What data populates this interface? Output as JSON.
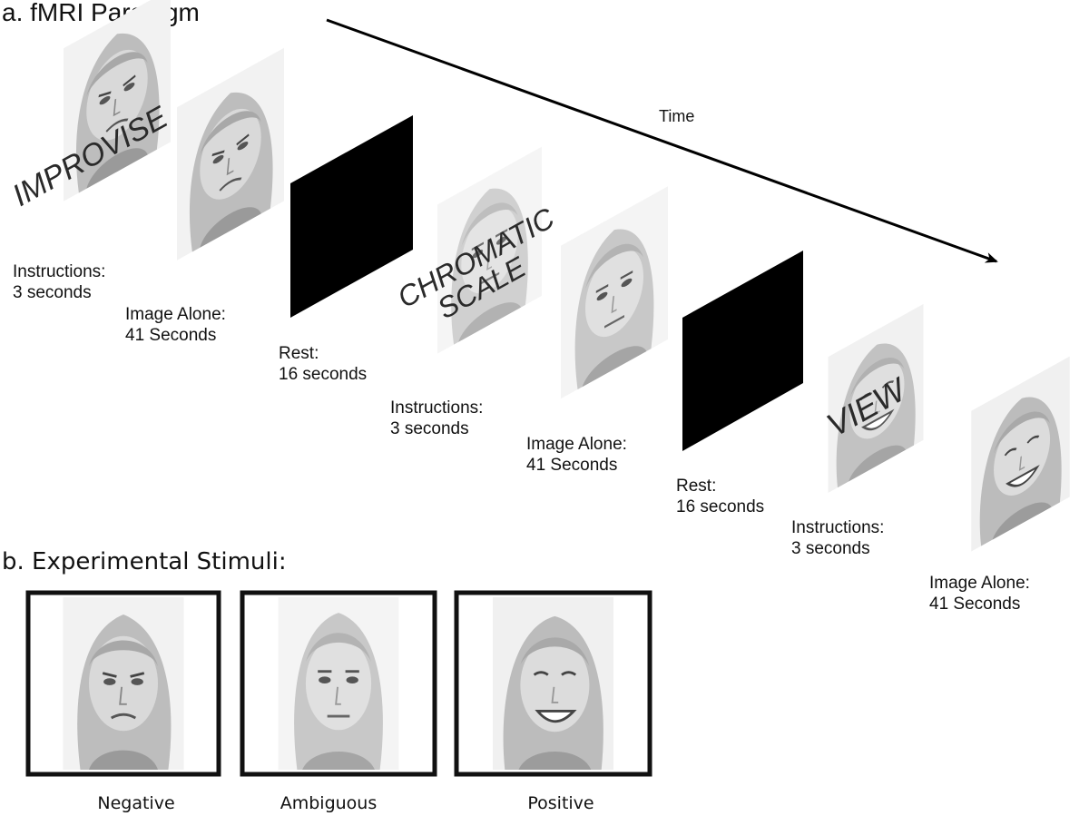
{
  "titles": {
    "a": "a. fMRI Paradigm",
    "b": "b. Experimental Stimuli:"
  },
  "timeline": {
    "axis_label": "Time",
    "frames": [
      {
        "kind": "instruction",
        "word": "IMPROVISE",
        "label": "Instructions:\n3 seconds",
        "expression": "negative"
      },
      {
        "kind": "image",
        "label": "Image Alone:\n41 Seconds",
        "expression": "negative"
      },
      {
        "kind": "rest",
        "label": "Rest:\n16 seconds"
      },
      {
        "kind": "instruction",
        "word": "CHROMATIC\nSCALE",
        "label": "Instructions:\n3 seconds",
        "expression": "ambiguous"
      },
      {
        "kind": "image",
        "label": "Image Alone:\n41 Seconds",
        "expression": "ambiguous"
      },
      {
        "kind": "rest",
        "label": "Rest:\n16 seconds"
      },
      {
        "kind": "instruction",
        "word": "VIEW",
        "label": "Instructions:\n3 seconds",
        "expression": "positive"
      },
      {
        "kind": "image",
        "label": "Image Alone:\n41 Seconds",
        "expression": "positive"
      }
    ]
  },
  "stimuli": [
    {
      "label": "Negative",
      "expression": "negative"
    },
    {
      "label": "Ambiguous",
      "expression": "ambiguous"
    },
    {
      "label": "Positive",
      "expression": "positive"
    }
  ],
  "colors": {
    "rest_screen": "#000000",
    "hair": "#b9b9b9",
    "skin": "#d6d6d6",
    "frame_border": "#111111"
  }
}
